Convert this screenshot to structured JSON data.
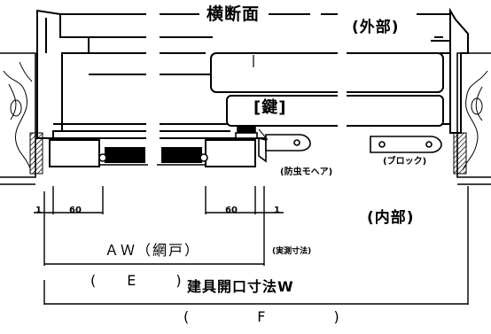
{
  "labels": {
    "title": "横断面",
    "outside": "(外部)",
    "key": "[鍵]",
    "mohair": "(防虫モヘア)",
    "block": "(ブロック)",
    "inside": "(内部)",
    "dim_1_left": "1",
    "dim_60_left": "60",
    "dim_60_right": "60",
    "dim_1_right": "1",
    "aw": "ＡＷ（網戸）",
    "measured": "(実測寸法)",
    "e_open": "(",
    "e_letter": "E",
    "e_close": ")",
    "w": "建具開口寸法W",
    "f_open": "(",
    "f_letter": "F",
    "f_close": ")"
  },
  "colors": {
    "line": "#000000",
    "background": "#ffffff",
    "hatch": "#000000"
  }
}
